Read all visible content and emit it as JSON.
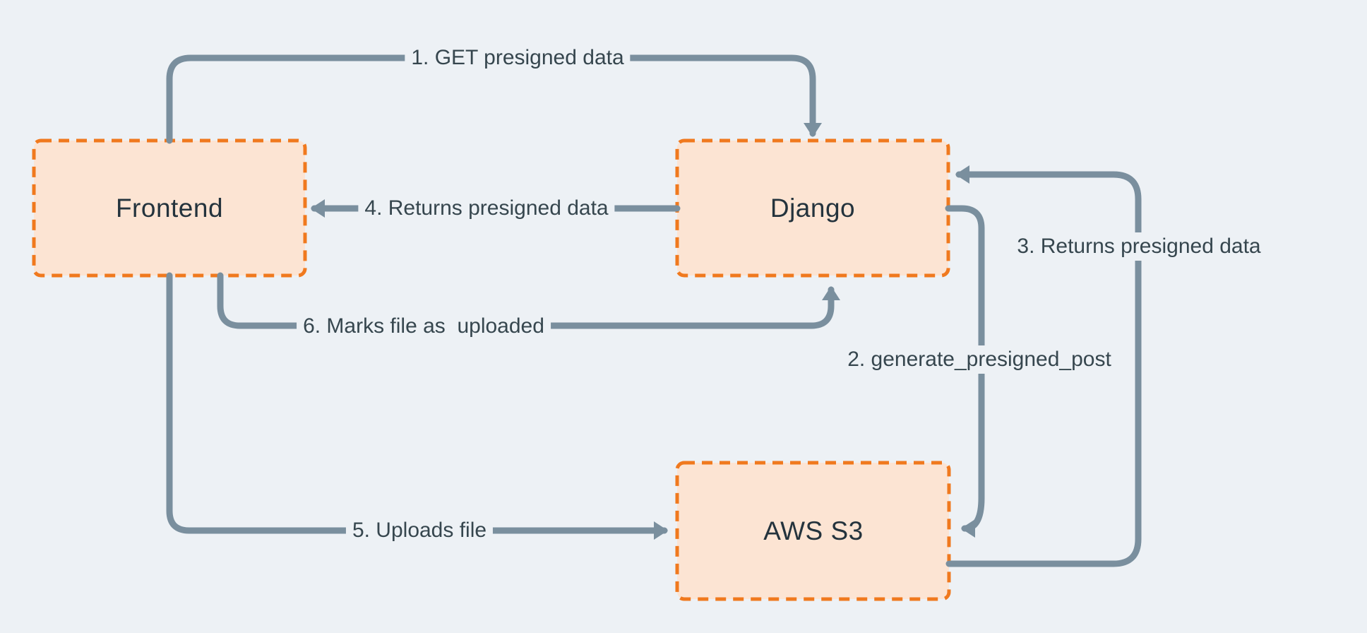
{
  "diagram": {
    "colors": {
      "background": "#edf1f5",
      "node_fill": "#fce4d3",
      "node_border": "#f0791e",
      "arrow": "#7a8f9e",
      "label_text": "#36464e"
    },
    "nodes": [
      {
        "id": "frontend",
        "label": "Frontend"
      },
      {
        "id": "django",
        "label": "Django"
      },
      {
        "id": "aws-s3",
        "label": "AWS S3"
      }
    ],
    "edges": [
      {
        "step": "1",
        "label": "1. GET presigned data",
        "from": "Frontend",
        "to": "Django"
      },
      {
        "step": "2",
        "label": "2. generate_presigned_post",
        "from": "Django",
        "to": "AWS S3"
      },
      {
        "step": "3",
        "label": "3. Returns presigned data",
        "from": "AWS S3",
        "to": "Django"
      },
      {
        "step": "4",
        "label": "4. Returns presigned data",
        "from": "Django",
        "to": "Frontend"
      },
      {
        "step": "5",
        "label": "5. Uploads file",
        "from": "Frontend",
        "to": "AWS S3"
      },
      {
        "step": "6",
        "label": "6. Marks file as  uploaded",
        "from": "Frontend",
        "to": "Django"
      }
    ]
  }
}
